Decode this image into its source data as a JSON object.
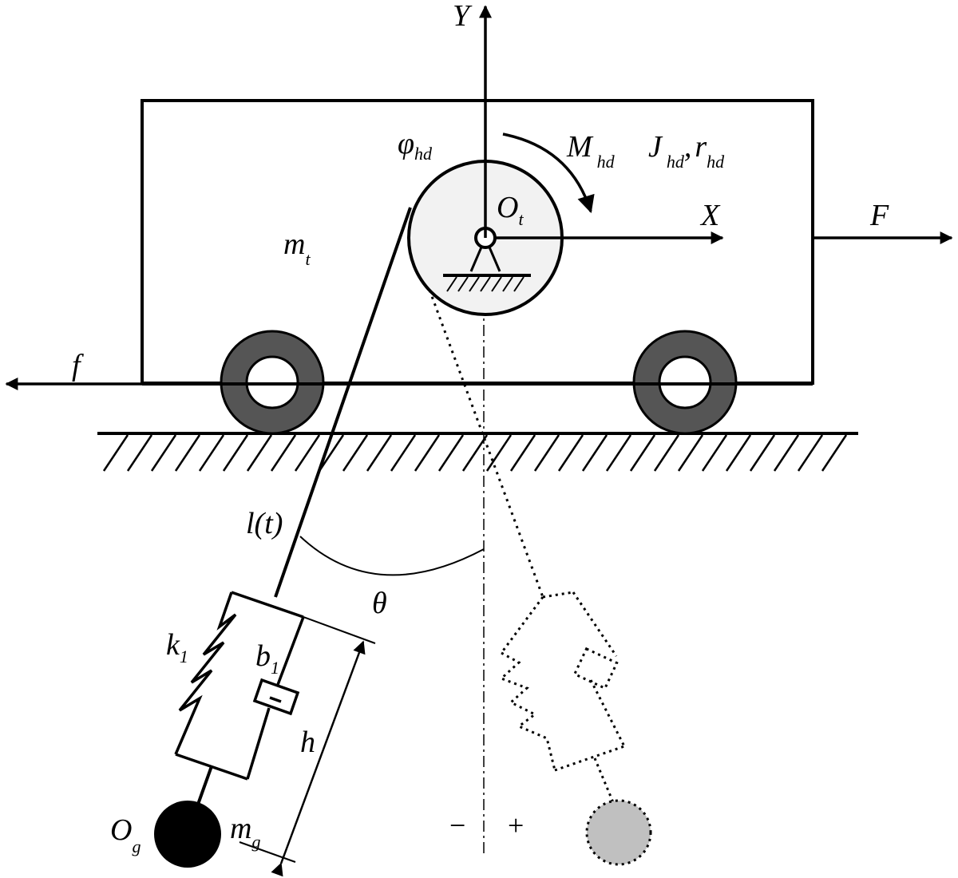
{
  "labels": {
    "axis_y": "Y",
    "axis_x": "X",
    "phi_main": "φ",
    "phi_sub": "hd",
    "M_main": "M",
    "M_sub": "hd",
    "J_main": "J",
    "J_sub": "hd",
    "comma": ",",
    "r_main": "r",
    "r_sub": "hd",
    "O_t_main": "O",
    "O_t_sub": "t",
    "m_t_main": "m",
    "m_t_sub": "t",
    "F": "F",
    "f": "f",
    "l_t": "l(t)",
    "theta": "θ",
    "k1_main": "k",
    "k1_sub": "1",
    "b1_main": "b",
    "b1_sub": "1",
    "h": "h",
    "O_g_main": "O",
    "O_g_sub": "g",
    "m_g_main": "m",
    "m_g_sub": "g",
    "minus": "−",
    "plus": "+"
  },
  "colors": {
    "line": "#000000",
    "wheel_tire": "#555555",
    "pulley_fill": "#f2f2f2",
    "mass_actual": "#000000",
    "mass_ghost": "#c0c0c0"
  },
  "icons": [
    "trolley-body",
    "pulley",
    "pivot-support",
    "wheel",
    "spring",
    "damper",
    "payload-mass"
  ]
}
